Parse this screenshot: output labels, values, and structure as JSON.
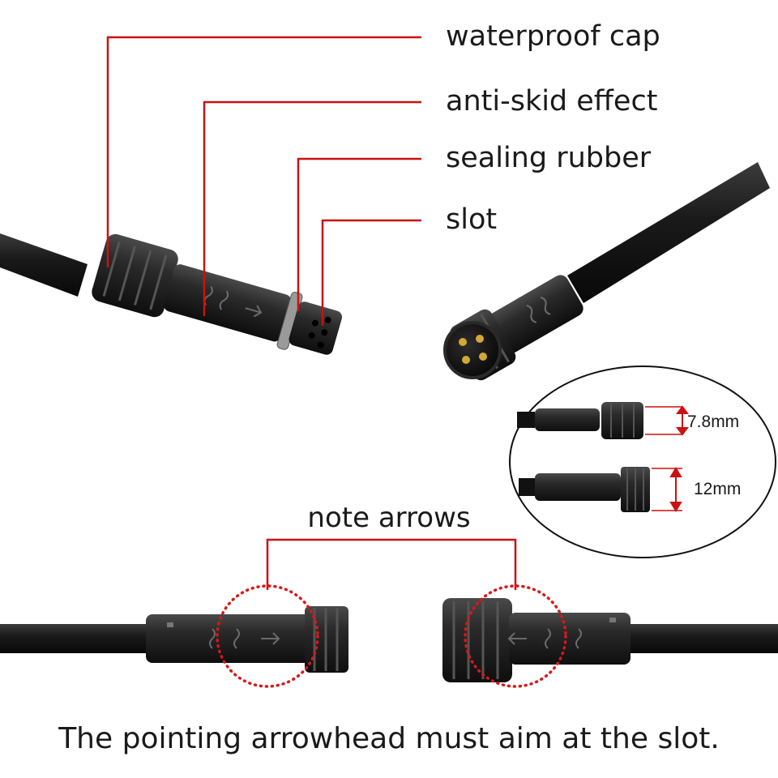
{
  "callouts": [
    {
      "label": "waterproof cap"
    },
    {
      "label": "anti-skid effect"
    },
    {
      "label": "sealing rubber"
    },
    {
      "label": "slot"
    }
  ],
  "inset": {
    "dimension_small": "7.8mm",
    "dimension_large": "12mm"
  },
  "note_label": "note arrows",
  "caption": "The pointing arrowhead must aim at the slot.",
  "colors": {
    "callout_line": "#cc1111",
    "connector_body": "#1c1c1c",
    "dotted_circle": "#d81818",
    "text": "#1a1a1a"
  },
  "icons": [
    "arrow-right-icon",
    "arrow-left-icon",
    "anti-skid-mark-icon",
    "pin-socket-icon",
    "dimension-arrow-icon"
  ]
}
